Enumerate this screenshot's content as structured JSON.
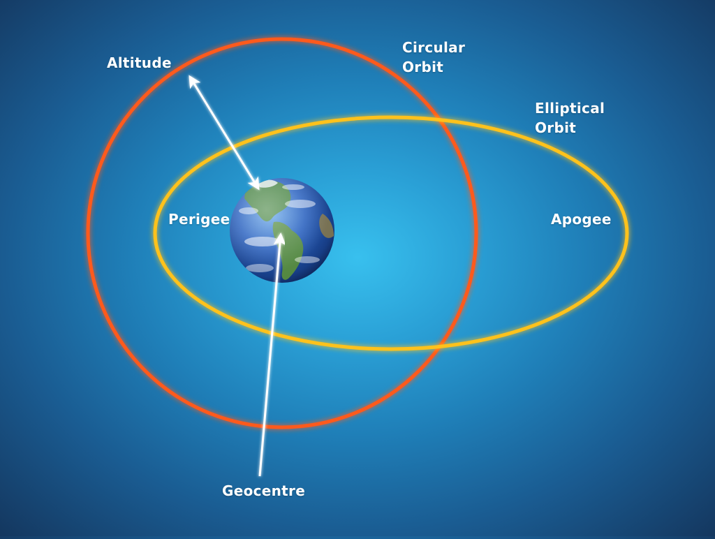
{
  "labels": {
    "altitude": "Altitude",
    "circular_orbit_line1": "Circular",
    "circular_orbit_line2": "Orbit",
    "elliptical_orbit_line1": "Elliptical",
    "elliptical_orbit_line2": "Orbit",
    "perigee": "Perigee",
    "apogee": "Apogee",
    "geocentre": "Geocentre"
  },
  "colors": {
    "circular_orbit": "#ff5a1a",
    "elliptical_orbit": "#ffc21a",
    "arrows": "#ffffff",
    "label_text": "#ffffff",
    "earth_ocean": "#1e56b4",
    "earth_land": "#4f8a3a"
  },
  "icons": {
    "earth": "earth-globe-icon"
  }
}
